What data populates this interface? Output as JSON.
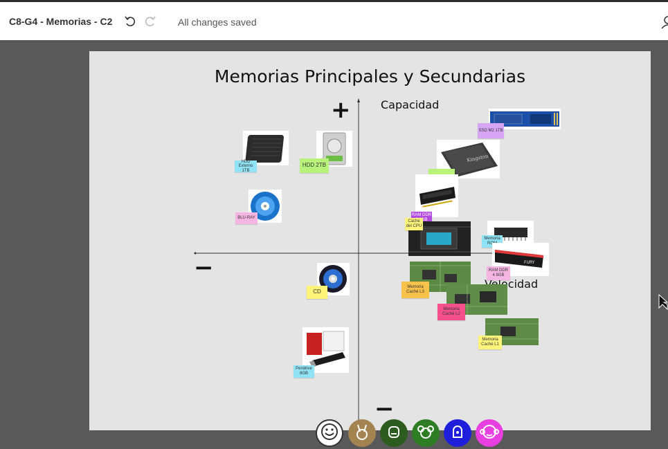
{
  "header": {
    "doc_title": "C8-G4 - Memorias - C2",
    "save_status": "All changes saved"
  },
  "board": {
    "title": "Memorias Principales y Secundarias",
    "y_axis_label": "Capacidad",
    "x_axis_label": "Velocidad",
    "plus_sign": "+",
    "minus_left": "−",
    "minus_bottom": "−"
  },
  "notes": {
    "hdd_externo": "HDD Externo 1TB",
    "hdd_2tb": "HDD 2TB",
    "bluray": "BLU-RAY",
    "ssd_m2": "SSD M2 1TB",
    "ram_ddr3": "RAM DDR 3 8GB",
    "cache_cpu": "Cache del CPU",
    "memoria_rom": "Memoria ROM",
    "ram_ddr4": "RAM DDR 4 8GB",
    "cd": "CD",
    "cache_l3": "Memoria Caché L3",
    "cache_l2": "Memoria Caché L2",
    "cache_l1": "Memoria Caché L1",
    "pendrive": "Pendrive 8GB"
  },
  "colors": {
    "blue_note": "#8fe3f5",
    "green_note": "#b9f27a",
    "pink_note": "#f5b5e3",
    "purple_note": "#d6a6f5",
    "yellow_note": "#fff47a",
    "orange_note": "#f7c14a",
    "hotpink_note": "#f5508c"
  },
  "avatars": [
    {
      "icon": "smiley-icon",
      "color": "#ffffff"
    },
    {
      "icon": "rabbit-icon",
      "color": "#a38350"
    },
    {
      "icon": "dog-icon",
      "color": "#2e5c1f"
    },
    {
      "icon": "koala-icon",
      "color": "#2e7d25"
    },
    {
      "icon": "seal-icon",
      "color": "#1f1fdb"
    },
    {
      "icon": "monkey-icon",
      "color": "#e83fe0"
    }
  ]
}
